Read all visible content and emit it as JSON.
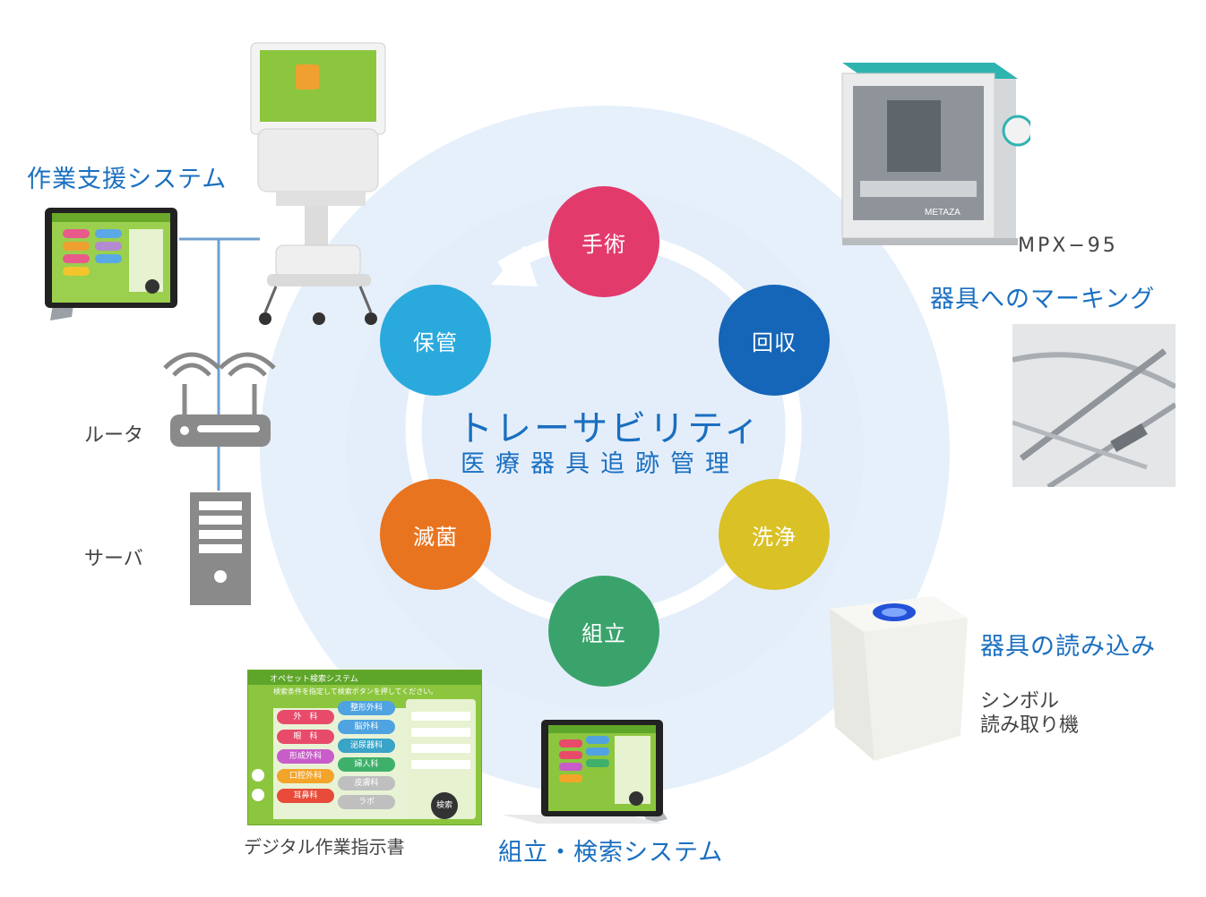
{
  "title": "トレーサビリティ",
  "subtitle": "医療器具追跡管理",
  "cycle_nodes": [
    {
      "label": "手術",
      "color": "#e33a6c"
    },
    {
      "label": "回収",
      "color": "#1565b8"
    },
    {
      "label": "洗浄",
      "color": "#d9c126"
    },
    {
      "label": "組立",
      "color": "#3aa36c"
    },
    {
      "label": "滅菌",
      "color": "#e8741f"
    },
    {
      "label": "保管",
      "color": "#2aa9dc"
    }
  ],
  "left": {
    "system_label": "作業支援システム",
    "router_label": "ルータ",
    "server_label": "サーバ"
  },
  "right": {
    "model_label": "MPX−95",
    "machine_brand": "METAZA",
    "marking_label": "器具へのマーキング",
    "reading_label": "器具の読み込み",
    "reader_label_line1": "シンボル",
    "reader_label_line2": "読み取り機"
  },
  "bottom": {
    "instruction_label": "デジタル作業指示書",
    "assembly_label": "組立・検索システム"
  },
  "screen": {
    "header": "オペセット検索システム",
    "instruction": "検索条件を指定して検索ボタンを押してください。",
    "departments": [
      "外　科",
      "眼　科",
      "形成外科",
      "口腔外科",
      "耳鼻科"
    ],
    "departments2": [
      "整形外科",
      "脳外科",
      "泌尿器科",
      "婦人科",
      "皮膚科",
      "ラボ"
    ],
    "search_button": "検索"
  },
  "colors": {
    "accent_blue": "#1a6fc0",
    "background_circle": "#e6f0fb",
    "screen_green": "#8cc63f",
    "connector": "#6f9fcf"
  }
}
